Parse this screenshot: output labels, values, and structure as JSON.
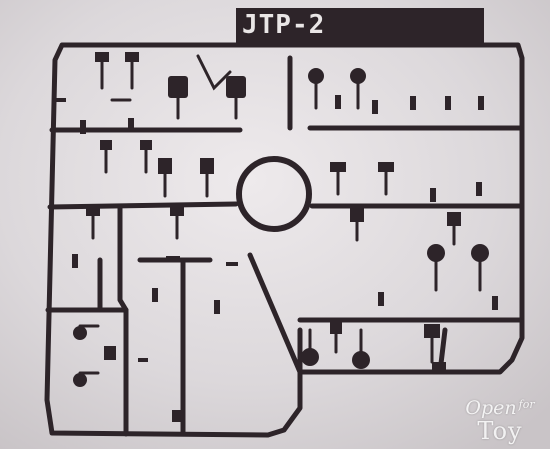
{
  "photo": {
    "tag_label": "JTP-2",
    "watermark_line1": "Open",
    "watermark_line1_small": "for",
    "watermark_line2": "Toy",
    "colors": {
      "background": "#d8d4d7",
      "background_light": "#ebe8ea",
      "plastic": "#2d2429",
      "plastic_highlight": "#4a3d44"
    }
  }
}
